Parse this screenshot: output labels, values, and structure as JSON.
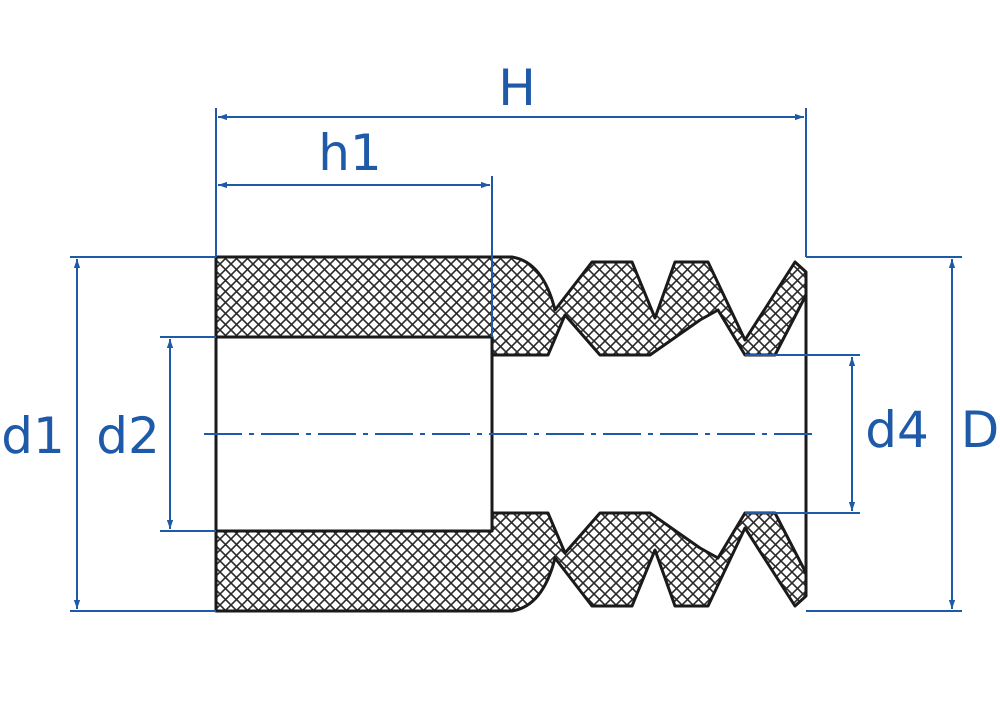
{
  "colors": {
    "dimension": "#1e5aa8",
    "outline": "#1a1a1a",
    "hatch": "#2a2a2a",
    "background": "#ffffff"
  },
  "labels": {
    "H": "H",
    "h1": "h1",
    "d1": "d1",
    "d2": "d2",
    "d4": "d4",
    "D": "D"
  }
}
